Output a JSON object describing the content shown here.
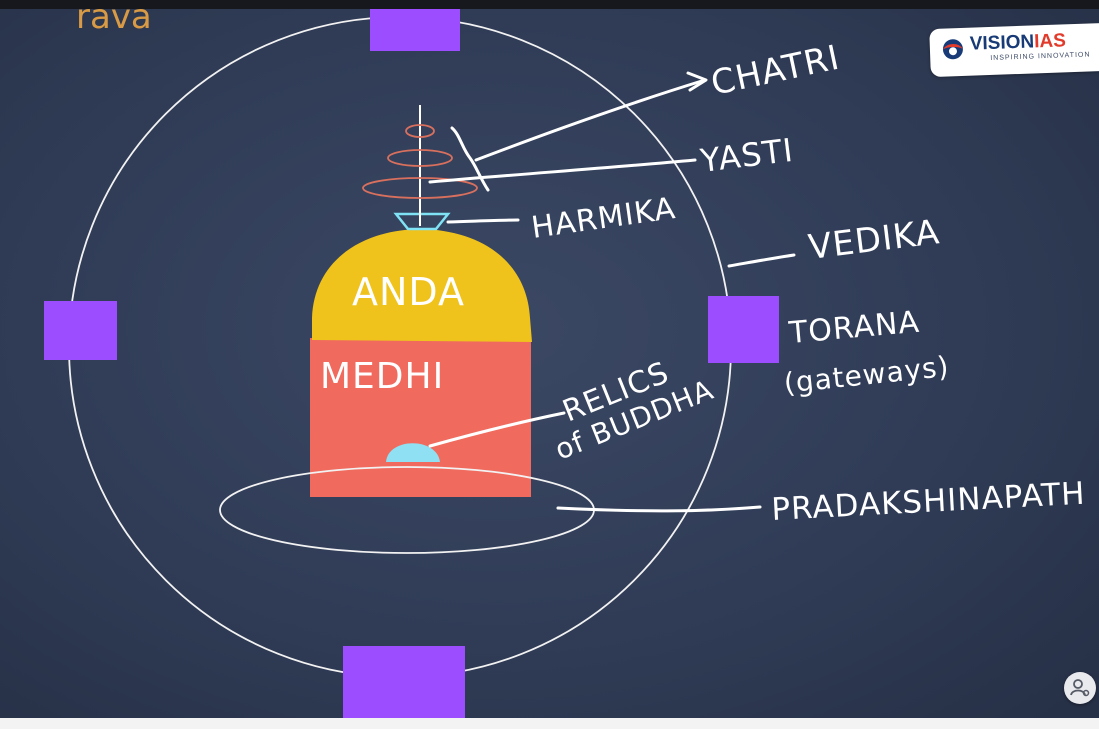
{
  "board": {
    "colors": {
      "background": "#303c56",
      "chalk": "#ffffff",
      "anda": "#f0c21c",
      "medhi": "#f06a5e",
      "torana": "#9b4dff",
      "relics": "#8fe0f2",
      "chatri": "#d9705e"
    },
    "corner_text": "rava",
    "parts": {
      "anda": "ANDA",
      "medhi": "MEDHI"
    },
    "labels": {
      "chatri": "CHATRI",
      "yasti": "YASTI",
      "harmika": "HARMIKA",
      "vedika": "VEDIKA",
      "torana_line1": "TORANA",
      "torana_line2": "(gateways)",
      "relics_line1": "RELICS",
      "relics_line2": "of BUDDHA",
      "pradakshinapath": "PRADAKSHINAPATH"
    }
  },
  "logo": {
    "name_main": "VISION",
    "name_highlight": "IAS",
    "tagline": "INSPIRING INNOVATION"
  },
  "controls": {
    "user_icon": "person-icon"
  }
}
